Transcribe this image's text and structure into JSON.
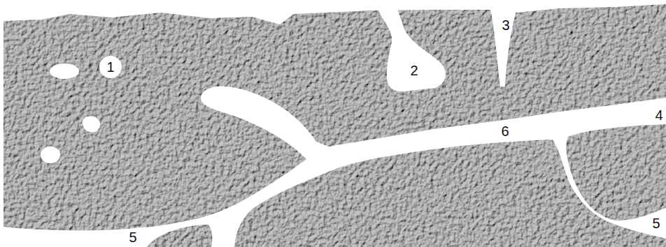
{
  "diagram": {
    "labels": [
      "1",
      "2",
      "3",
      "4",
      "6",
      "5",
      "5"
    ]
  }
}
